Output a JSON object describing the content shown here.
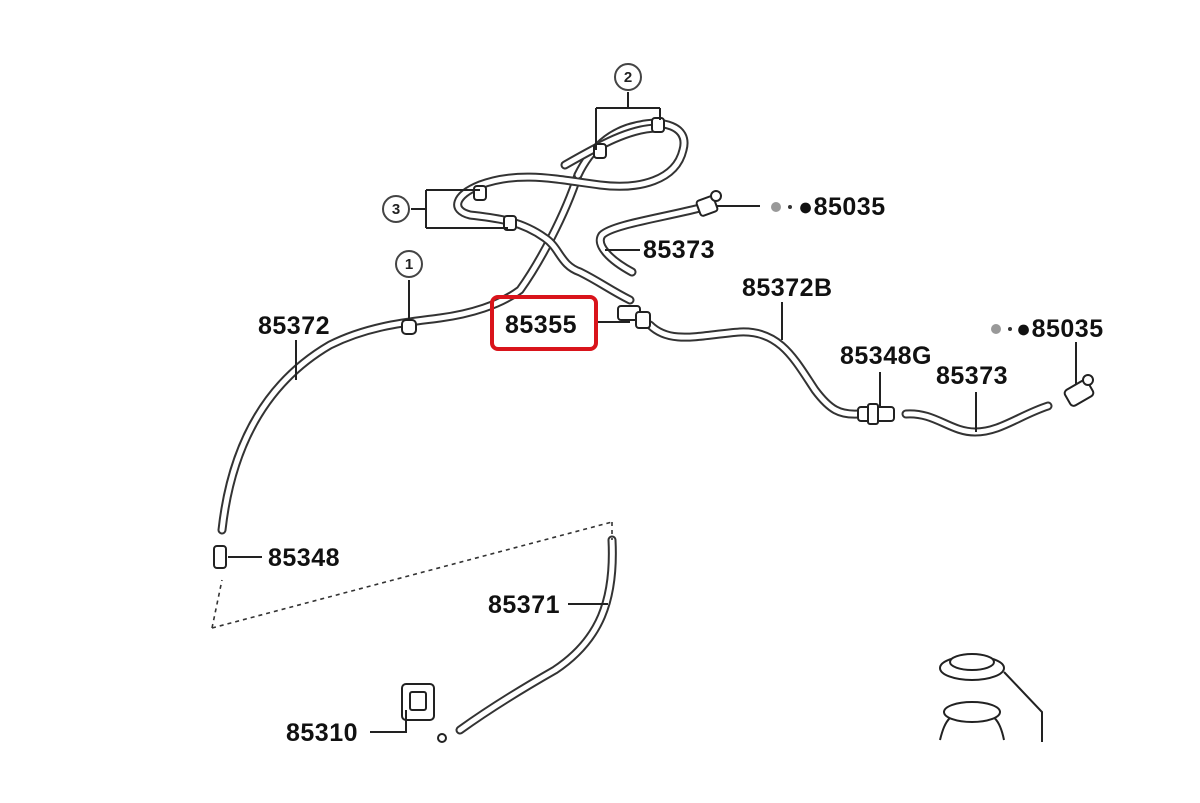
{
  "diagram": {
    "callouts": [
      "2",
      "3",
      "1"
    ],
    "parts": {
      "p85035_top": "●85035",
      "p85373_top": "85373",
      "p85372B": "85372B",
      "p85372": "85372",
      "p85355": "85355",
      "p85035_right": "●85035",
      "p85348G": "85348G",
      "p85373_right": "85373",
      "p85348": "85348",
      "p85371": "85371",
      "p85310": "85310"
    },
    "highlight": {
      "part": "85355",
      "color": "#d9141b"
    }
  }
}
